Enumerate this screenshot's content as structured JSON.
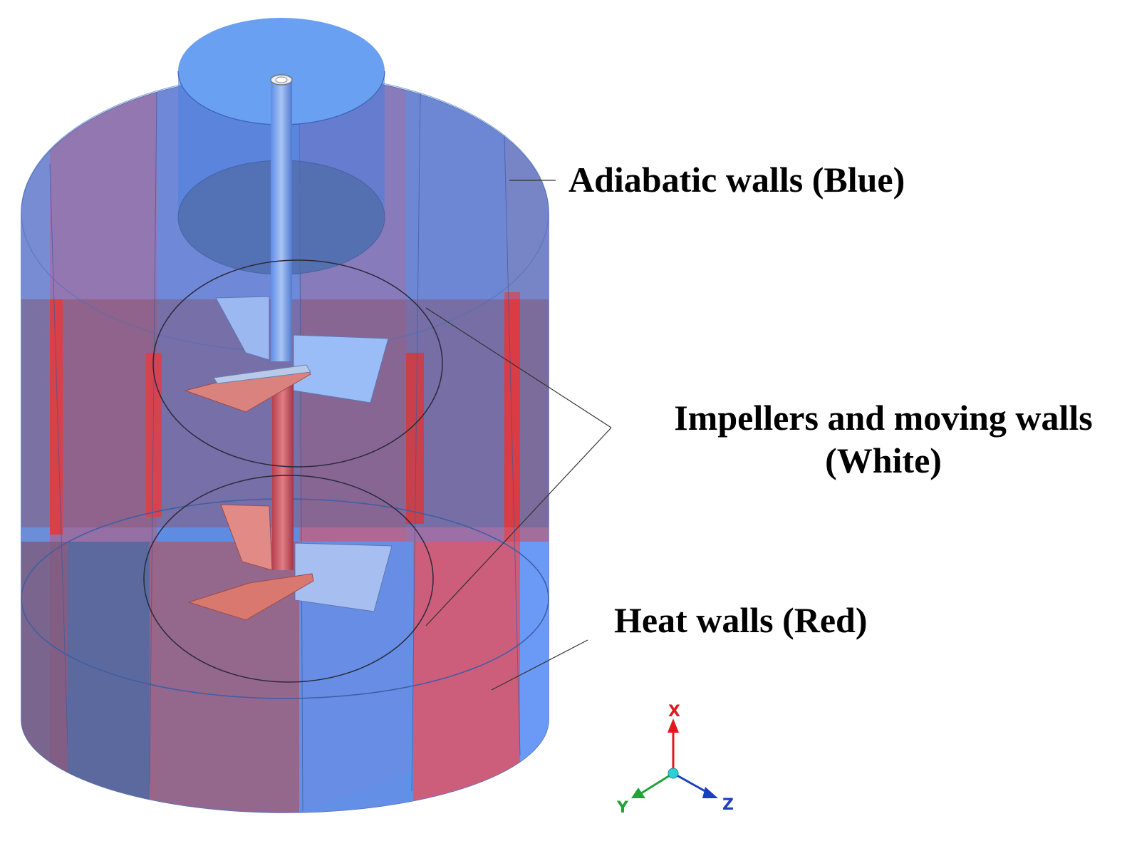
{
  "labels": {
    "adiabatic": "Adiabatic walls (Blue)",
    "impellers_line1": "Impellers and  moving walls",
    "impellers_line2": "(White)",
    "heat": "Heat walls (Red)"
  },
  "axes": {
    "x": "X",
    "y": "Y",
    "z": "Z"
  },
  "colors": {
    "adiabatic": "#5e8ee6",
    "heat": "#d2485e",
    "moving": "#a9c4f5",
    "axis_x": "#e0191e",
    "axis_y": "#21a33a",
    "axis_z": "#1b3fc1",
    "axis_origin": "#2dd0d6"
  }
}
